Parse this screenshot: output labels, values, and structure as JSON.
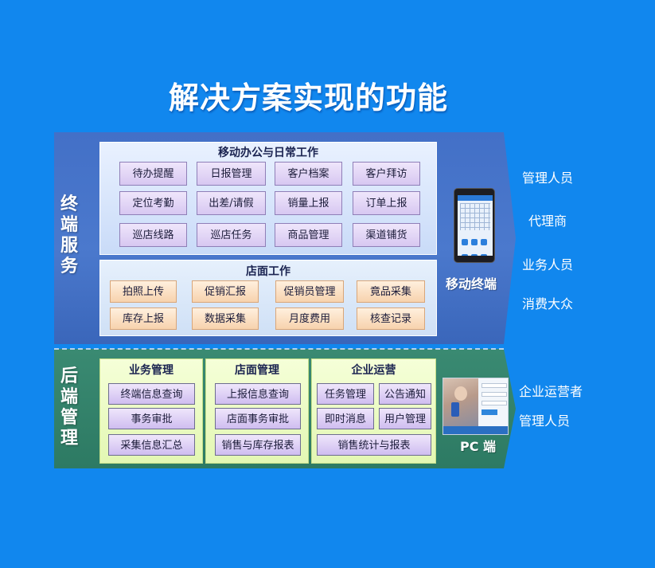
{
  "title": "解决方案实现的功能",
  "terminal": {
    "label": [
      "终",
      "端",
      "服",
      "务"
    ],
    "mobile_panel": {
      "title": "移动办公与日常工作",
      "items": [
        "待办提醒",
        "日报管理",
        "客户档案",
        "客户拜访",
        "定位考勤",
        "出差/请假",
        "销量上报",
        "订单上报",
        "巡店线路",
        "巡店任务",
        "商品管理",
        "渠道铺货"
      ]
    },
    "store_panel": {
      "title": "店面工作",
      "items": [
        "拍照上传",
        "促销汇报",
        "促销员管理",
        "竟品采集",
        "库存上报",
        "数据采集",
        "月度费用",
        "核查记录"
      ]
    },
    "device_label": "移动终端",
    "users": [
      "管理人员",
      "代理商",
      "业务人员",
      "消费大众"
    ]
  },
  "backend": {
    "label": [
      "后",
      "端",
      "管",
      "理"
    ],
    "business": {
      "title": "业务管理",
      "items": [
        "终端信息查询",
        "事务审批",
        "采集信息汇总"
      ]
    },
    "store": {
      "title": "店面管理",
      "items": [
        "上报信息查询",
        "店面事务审批",
        "销售与库存报表"
      ]
    },
    "enterprise": {
      "title": "企业运营",
      "items": [
        "任务管理",
        "公告通知",
        "即时消息",
        "用户管理",
        "销售统计与报表"
      ]
    },
    "device_label": "PC 端",
    "users": [
      "企业运营者",
      "管理人员"
    ]
  },
  "colors": {
    "background": "#1187ee",
    "terminal_band": "#4a78cc",
    "backend_band": "#2f8068"
  }
}
